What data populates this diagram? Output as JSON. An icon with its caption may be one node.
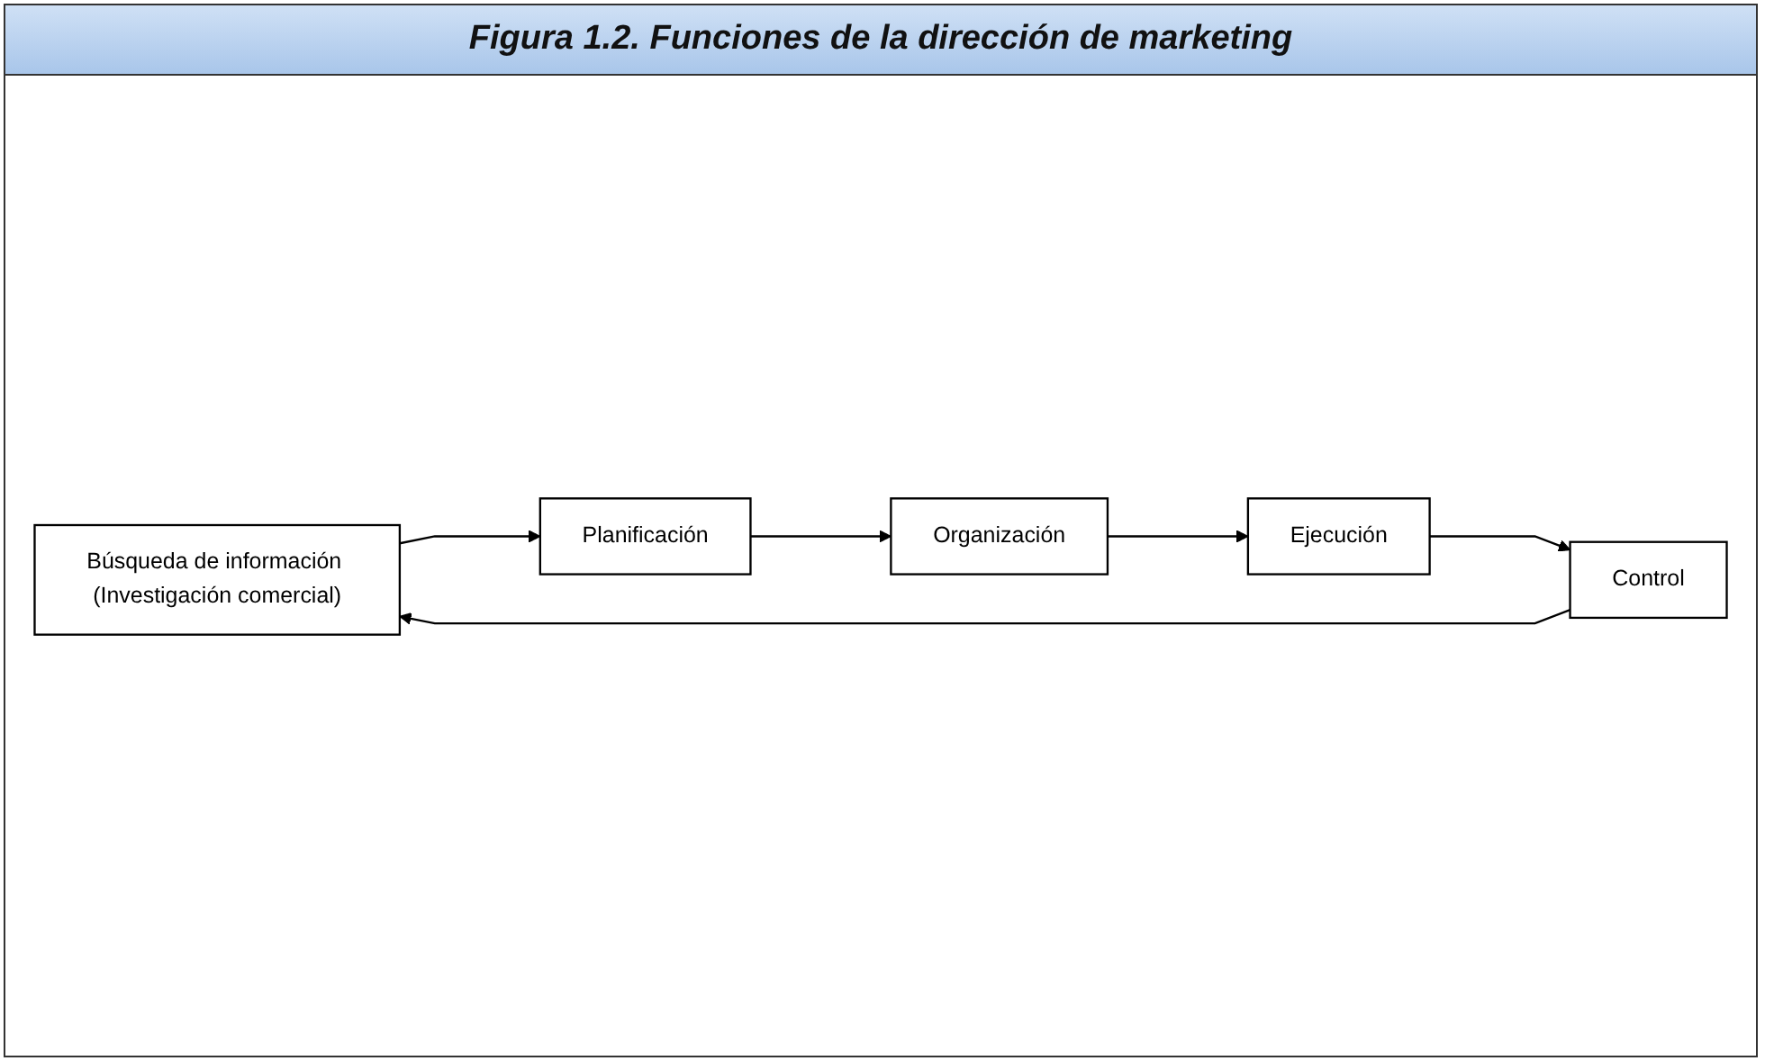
{
  "diagram": {
    "title": "Figura 1.2. Funciones de la dirección de marketing",
    "nodes": [
      {
        "text": [
          "Búsqueda de información (Investigación comercial)"
        ]
      },
      {
        "text": [
          "Planificación"
        ]
      },
      {
        "text": [
          "Organización"
        ]
      },
      {
        "text": [
          "Ejecución"
        ]
      },
      {
        "text": [
          "Control"
        ]
      }
    ],
    "edges": [
      {
        "from": 0,
        "to": 1,
        "arrow": "to"
      },
      {
        "from": 1,
        "to": 2,
        "arrow": "to"
      },
      {
        "from": 2,
        "to": 3,
        "arrow": "to"
      },
      {
        "from": 3,
        "to": 4,
        "arrow": "to"
      },
      {
        "from": 4,
        "to": 0,
        "arrow": "to"
      }
    ]
  }
}
